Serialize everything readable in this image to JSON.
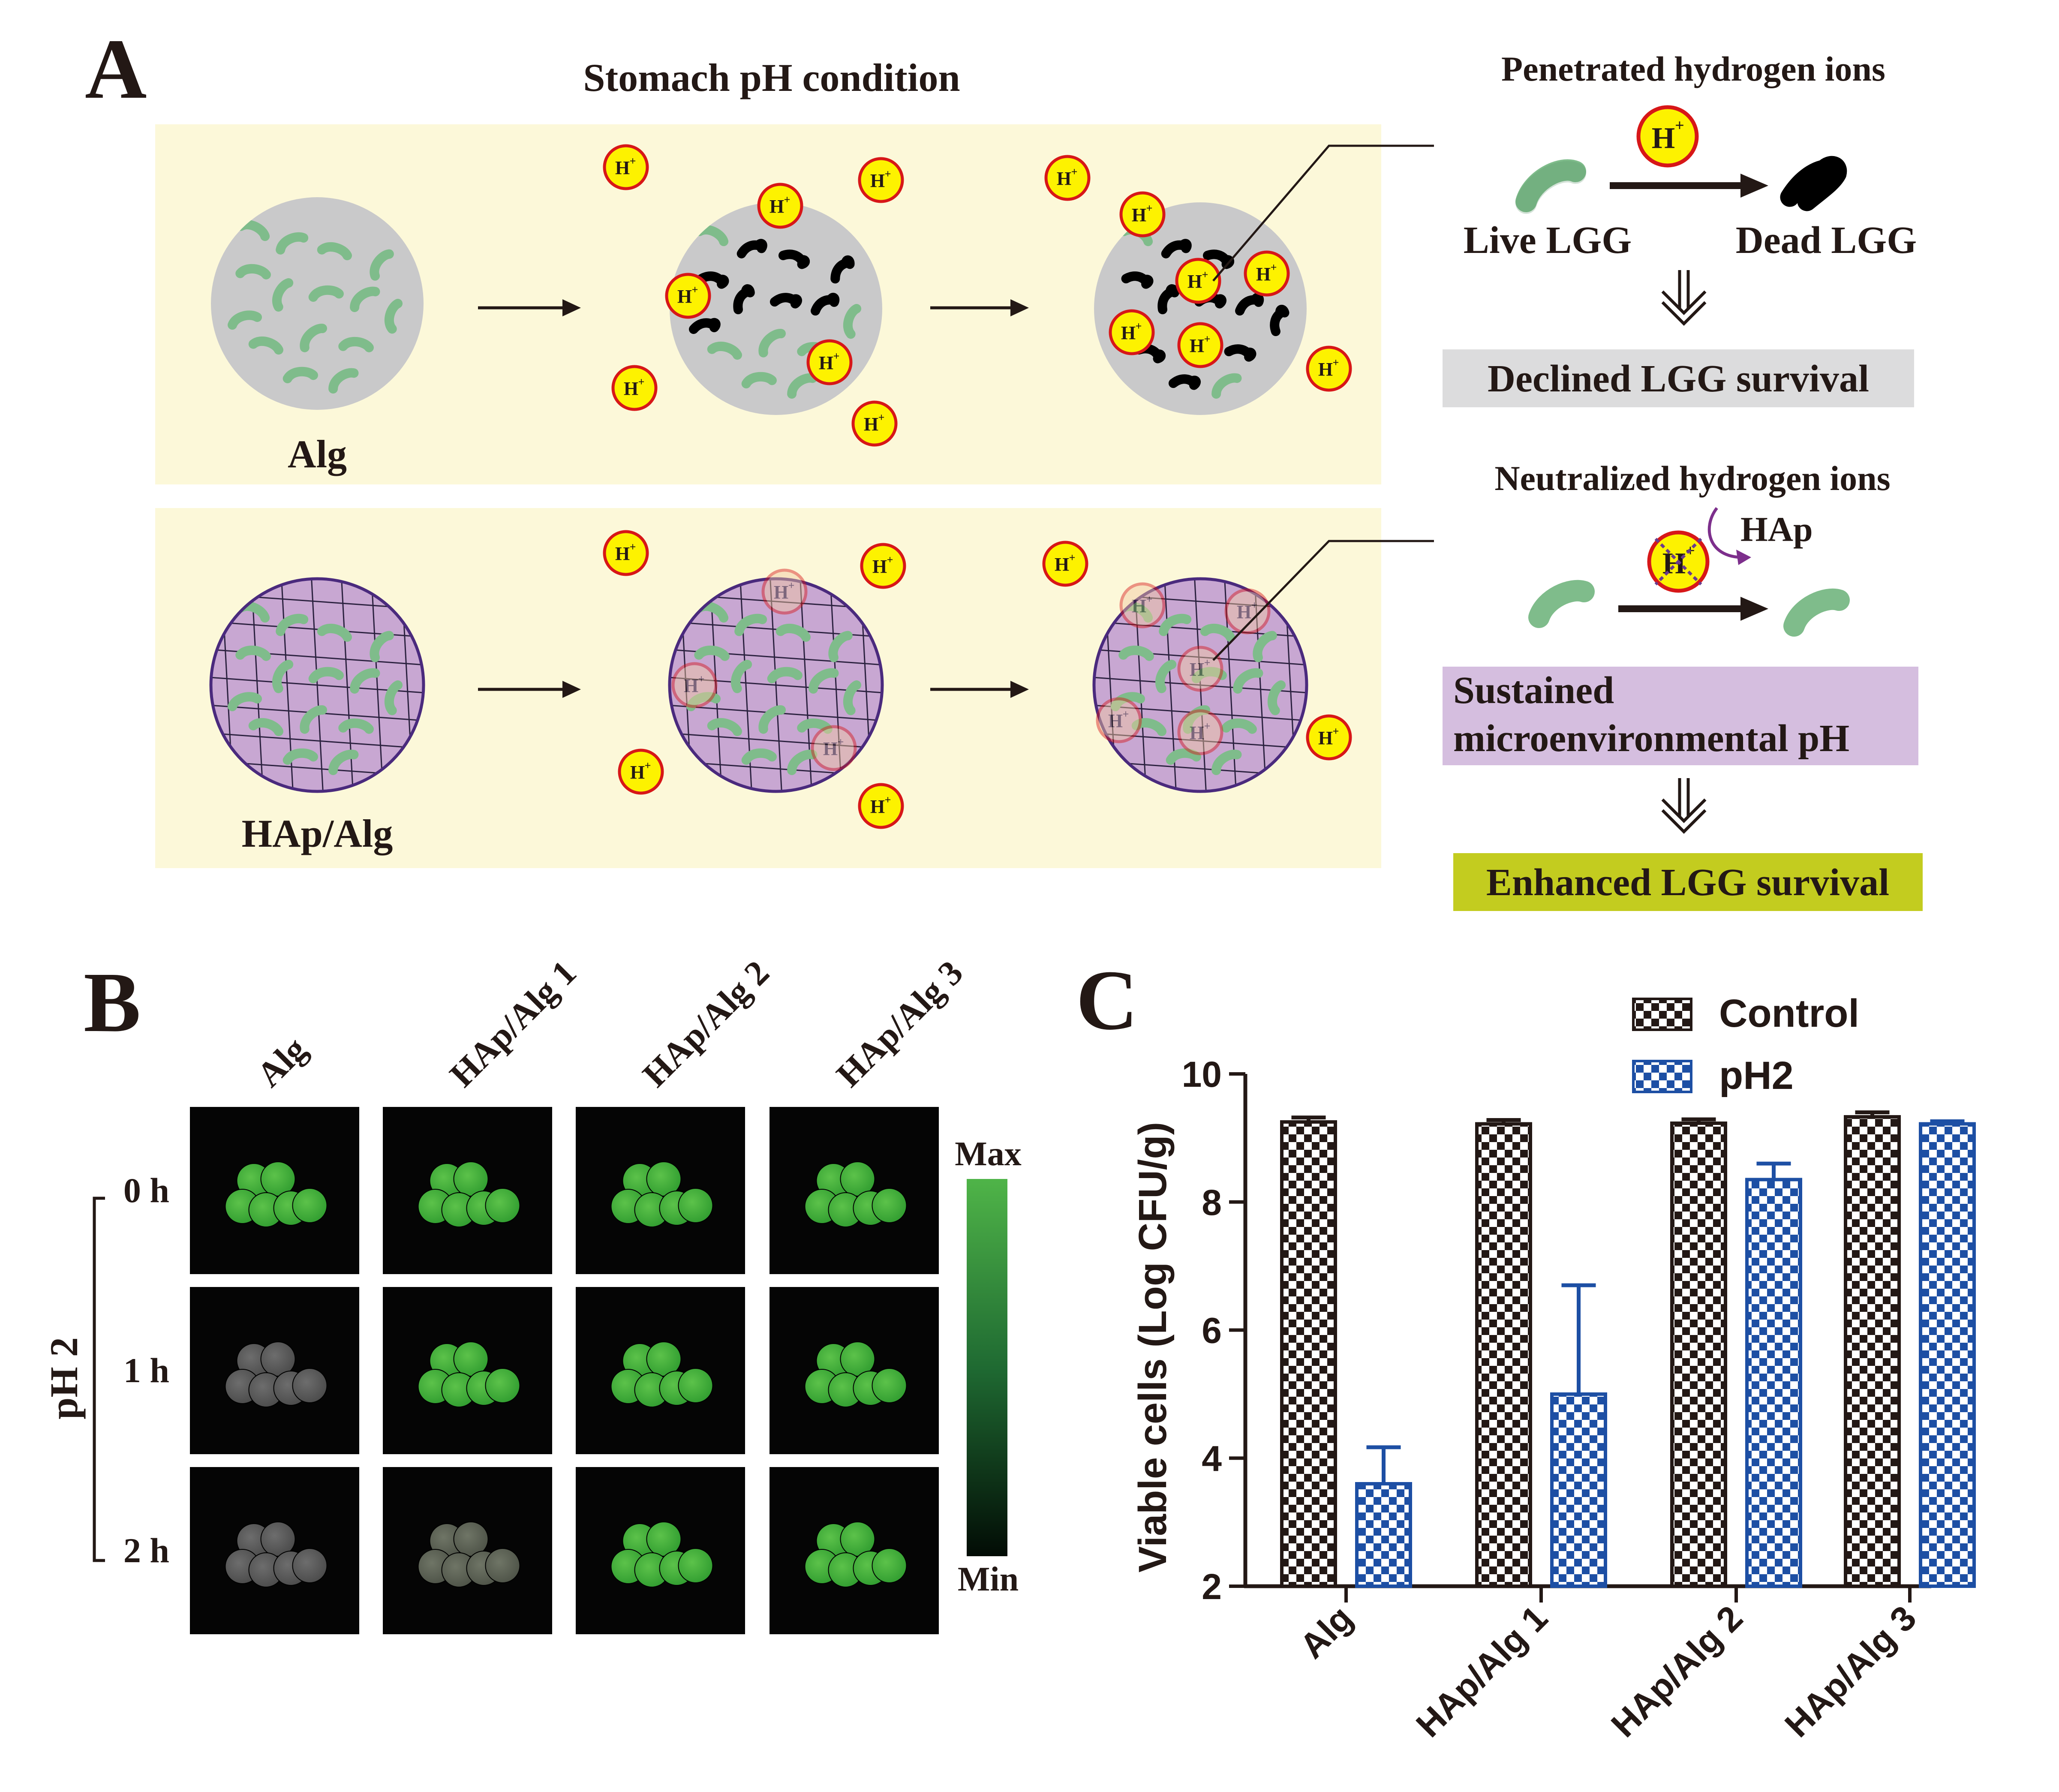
{
  "panel_a": {
    "letter": "A",
    "title": "Stomach pH condition",
    "ion_label": "H",
    "ion_sup": "+",
    "row_alg_label": "Alg",
    "row_hap_label": "HAp/Alg",
    "top_heading": "Penetrated hydrogen ions",
    "live_label": "Live LGG",
    "dead_label": "Dead LGG",
    "declined_box": "Declined LGG survival",
    "bottom_heading": "Neutralized hydrogen ions",
    "hap_label": "HAp",
    "sustained_line1": "Sustained",
    "sustained_line2": "microenvironmental pH",
    "enhanced_box": "Enhanced LGG survival",
    "colors": {
      "panel_bg": "#fcf8d9",
      "alg_bead": "#c9c9ca",
      "hap_bead": "#c8a7d2",
      "hap_outline": "#4a2a7d",
      "bacteria": "#7fbc8b",
      "ion_fill": "#fdf200",
      "ion_ring": "#d71718",
      "declined_bg": "#dcdcdd",
      "sustained_bg": "#d5bedf",
      "enhanced_bg": "#c3cc1f"
    }
  },
  "panel_b": {
    "letter": "B",
    "columns": [
      "Alg",
      "HAp/Alg 1",
      "HAp/Alg 2",
      "HAp/Alg 3"
    ],
    "rows": [
      "0 h",
      "1 h",
      "2 h"
    ],
    "bracket_label": "pH 2",
    "scale_max": "Max",
    "scale_min": "Min",
    "intensity": [
      [
        1,
        1,
        1,
        1
      ],
      [
        0.1,
        1,
        1,
        1
      ],
      [
        0.1,
        0.15,
        1,
        1
      ]
    ]
  },
  "panel_c": {
    "letter": "C",
    "chart_data": {
      "type": "bar",
      "categories": [
        "Alg",
        "HAp/Alg 1",
        "HAp/Alg 2",
        "HAp/Alg 3"
      ],
      "series": [
        {
          "name": "Control",
          "values": [
            9.25,
            9.22,
            9.23,
            9.33
          ],
          "errors": [
            0.07,
            0.06,
            0.06,
            0.07
          ]
        },
        {
          "name": "pH2",
          "values": [
            3.6,
            5.0,
            8.35,
            9.22
          ],
          "errors": [
            0.57,
            1.7,
            0.25,
            0.04
          ]
        }
      ],
      "ylabel": "Viable cells (Log CFU/g)",
      "ylim": [
        2,
        10
      ],
      "yticks": [
        2,
        4,
        6,
        8,
        10
      ],
      "legend_position": "top-right",
      "series_colors": [
        "#231815",
        "#1d4fa4"
      ]
    }
  }
}
